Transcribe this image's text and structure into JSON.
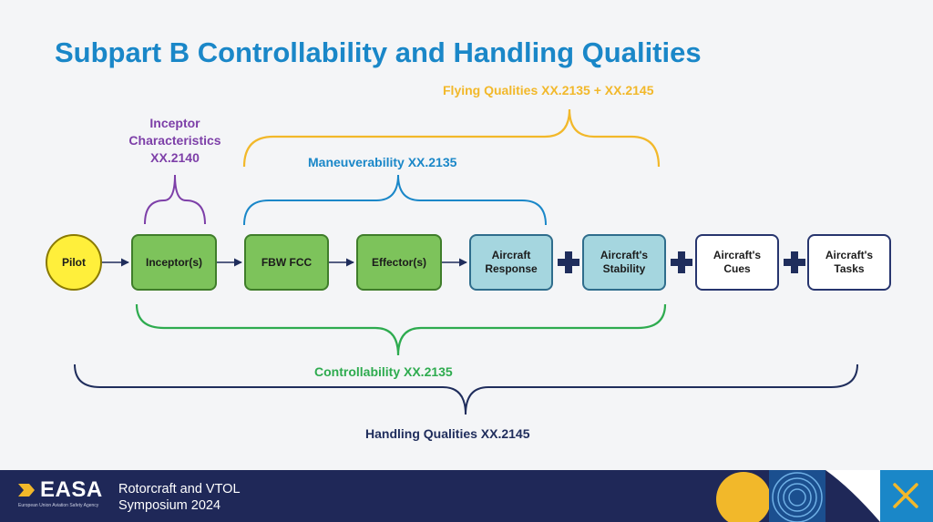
{
  "title": "Subpart B Controllability and Handling Qualities",
  "labels": {
    "flying_qualities": "Flying Qualities XX.2135 + XX.2145",
    "inceptor_line1": "Inceptor",
    "inceptor_line2": "Characteristics",
    "inceptor_line3": "XX.2140",
    "maneuverability": "Maneuverability XX.2135",
    "controllability": "Controllability XX.2135",
    "handling_qualities": "Handling Qualities XX.2145"
  },
  "nodes": {
    "pilot": "Pilot",
    "inceptors": "Inceptor(s)",
    "fbw_fcc": "FBW FCC",
    "effectors": "Effector(s)",
    "response_line1": "Aircraft",
    "response_line2": "Response",
    "stability_line1": "Aircraft's",
    "stability_line2": "Stability",
    "cues_line1": "Aircraft's",
    "cues_line2": "Cues",
    "tasks_line1": "Aircraft's",
    "tasks_line2": "Tasks"
  },
  "colors": {
    "title": "#1a87c8",
    "flying": "#f2b82a",
    "inceptor": "#7d3fa8",
    "maneuver": "#1a87c8",
    "controllability": "#2eab4f",
    "handling": "#1f2d5c",
    "footer": "#1f2858"
  },
  "footer": {
    "logo": "EASA",
    "logo_sub": "European Union Aviation Safety Agency",
    "line1": "Rotorcraft and VTOL",
    "line2": "Symposium 2024"
  },
  "icons": [
    "easa-logo-icon",
    "plus-icon",
    "arrow-icon",
    "sun-circle-icon",
    "concentric-circles-icon",
    "x-icon"
  ]
}
